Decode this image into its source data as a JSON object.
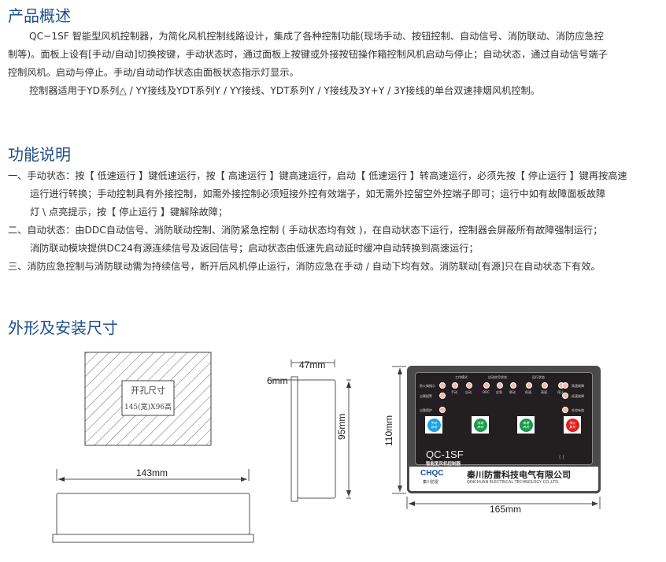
{
  "overview": {
    "title": "产品概述",
    "lines": [
      "QC−1SF 智能型风机控制器，为简化风机控制线路设计，集成了各种控制功能(现场手动、按钮控制、自动信号、消防联动、消防应急控",
      "制等)。面板上设有[手动/自动]切换按键，手动状态时，通过面板上按键或外接按钮操作箱控制风机启动与停止；自动状态，通过自动信号端子",
      "控制风机。启动与停止。手动/自动动作状态由面板状态指示灯显示。",
      "控制器适用于YD系列△ / YY接线及YDT系列Y / YY接线、YDT系列Y / Y接线及3Y+Y / 3Y接线的单台双速排烟风机控制。"
    ]
  },
  "functions": {
    "title": "功能说明",
    "lines": [
      "一、手动状态：按【 低速运行 】键低速运行，按【 高速运行 】键高速运行，启动【 低速运行 】转高速运行，必须先按【 停止运行 】键再按高速",
      "运行进行转换；手动控制具有外接控制，如需外接控制必须短接外控有效端子，如无需外控留空外控端子即可；运行中如有故障面板故障",
      "灯 \\ 点亮提示，按【 停止运行 】键解除故障；",
      "二、自动状态：由DDC自动信号、消防联动控制、消防紧急控制 ( 手动状态均有效 )，在自动状态下运行，控制器会屏蔽所有故障强制运行；",
      "消防联动模块提供DC24有源连续信号及返回信号；启动状态由低速先启动延时缓冲自动转换到高速运行；",
      "三、消防应急控制与消防联动需为持续信号，断开后风机停止运行，消防应急在手动 / 自动下均有效。消防联动[有源]只在自动状态下有效。"
    ]
  },
  "dimensions": {
    "title": "外形及安装尺寸",
    "cutout_label": "开孔尺寸",
    "cutout_size": "145(宽)X96高",
    "width_143": "143mm",
    "depth_47": "47mm",
    "flange_6": "6mm",
    "height_95": "95mm",
    "height_110": "110mm",
    "width_165": "165mm"
  },
  "panel": {
    "groups": [
      "工作模式",
      "自动信号状态",
      "运行状态"
    ],
    "top_leds": [
      "手动",
      "自动",
      "DDC",
      "应急",
      "联动",
      "低速",
      "高速",
      "停止"
    ],
    "left_leds": [
      "防火阀指示",
      "过载报警",
      "过载保护"
    ],
    "right_leds": [
      "高速故障",
      "低速故障",
      "外控有效"
    ],
    "buttons": [
      {
        "top": "手动",
        "bottom": "自动",
        "color": "#1aa3e0"
      },
      {
        "top": "低速",
        "bottom": "启动",
        "color": "#1a9a4a"
      },
      {
        "top": "高速",
        "bottom": "启动",
        "color": "#1a9a4a"
      },
      {
        "top": "停止",
        "bottom": "复位",
        "color": "#e02020"
      }
    ],
    "model": "QC-1SF",
    "model_sub": "智能型风机控制器",
    "logo": "CHQC",
    "logo_sub": "秦川防雷",
    "company": "秦川防雷科技电气有限公司",
    "company_en": "QINCHUAN ELECTRICAL TECHNOLOGY CO.,LTD."
  }
}
